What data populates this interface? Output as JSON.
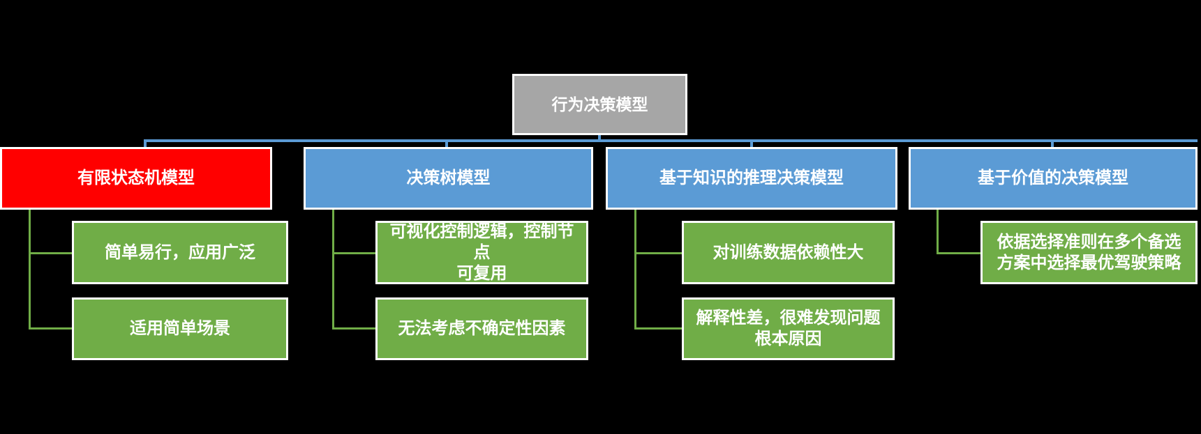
{
  "diagram": {
    "title": "行为决策模型层级图",
    "background_color": "#000000",
    "colors": {
      "root_fill": "#A6A6A6",
      "highlight_fill": "#FF0000",
      "branch_fill": "#5B9BD5",
      "child_fill": "#70AD47",
      "blue_connector": "#5B9BD5",
      "green_connector": "#70AD47",
      "border": "#FFFFFF",
      "text": "#FFFFFF"
    },
    "root": {
      "label": "行为决策模型"
    },
    "branches": [
      {
        "label": "有限状态机模型",
        "highlighted": true,
        "children": [
          "简单易行，应用广泛",
          "适用简单场景"
        ]
      },
      {
        "label": "决策树模型",
        "highlighted": false,
        "children": [
          "可视化控制逻辑，控制节点\n可复用",
          "无法考虑不确定性因素"
        ]
      },
      {
        "label": "基于知识的推理决策模型",
        "highlighted": false,
        "children": [
          "对训练数据依赖性大",
          "解释性差，很难发现问题\n根本原因"
        ]
      },
      {
        "label": "基于价值的决策模型",
        "highlighted": false,
        "children": [
          "依据选择准则在多个备选\n方案中选择最优驾驶策略"
        ]
      }
    ]
  }
}
